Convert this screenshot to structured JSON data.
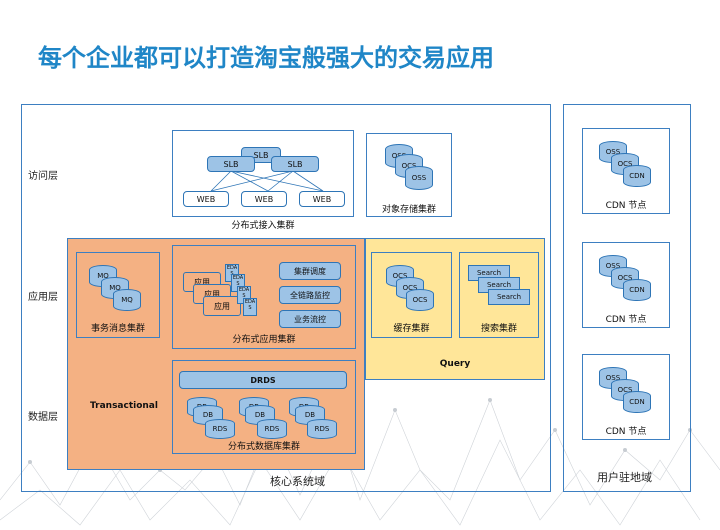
{
  "title": "每个企业都可以打造淘宝般强大的交易应用",
  "layers": {
    "access": "访问层",
    "app": "应用层",
    "data": "数据层"
  },
  "core_domain": "核心系统域",
  "user_domain": "用户驻地域",
  "access_cluster": {
    "slb_main": "SLB",
    "slb_left": "SLB",
    "slb_right": "SLB",
    "web": [
      "WEB",
      "WEB",
      "WEB"
    ],
    "label": "分布式接入集群"
  },
  "object_storage": {
    "nodes": [
      "OSS",
      "OCS",
      "OSS"
    ],
    "label": "对象存储集群"
  },
  "mq_cluster": {
    "nodes": [
      "MQ",
      "MQ",
      "MQ"
    ],
    "label": "事务消息集群"
  },
  "app_cluster": {
    "app": "应用",
    "eda": "EDA S",
    "buttons": [
      "集群调度",
      "全链路监控",
      "业务流控"
    ],
    "label": "分布式应用集群"
  },
  "cache_cluster": {
    "nodes": [
      "OCS",
      "OCS",
      "OCS"
    ],
    "label": "缓存集群"
  },
  "search_cluster": {
    "nodes": [
      "Search",
      "Search",
      "Search"
    ],
    "label": "搜索集群"
  },
  "query_label": "Query",
  "transactional_label": "Transactional",
  "db_cluster": {
    "drds": "DRDS",
    "db": "DB",
    "rds": "RDS",
    "label": "分布式数据库集群"
  },
  "cdn_nodes": [
    {
      "nodes": [
        "OSS",
        "OCS",
        "CDN"
      ],
      "label": "CDN 节点"
    },
    {
      "nodes": [
        "OSS",
        "OCS",
        "CDN"
      ],
      "label": "CDN 节点"
    },
    {
      "nodes": [
        "OSS",
        "OCS",
        "CDN"
      ],
      "label": "CDN 节点"
    }
  ],
  "colors": {
    "title": "#1f86c7",
    "border": "#3d7fc1",
    "orange": "#f4b183",
    "yellow": "#ffe699",
    "node": "#9dc3e6"
  }
}
